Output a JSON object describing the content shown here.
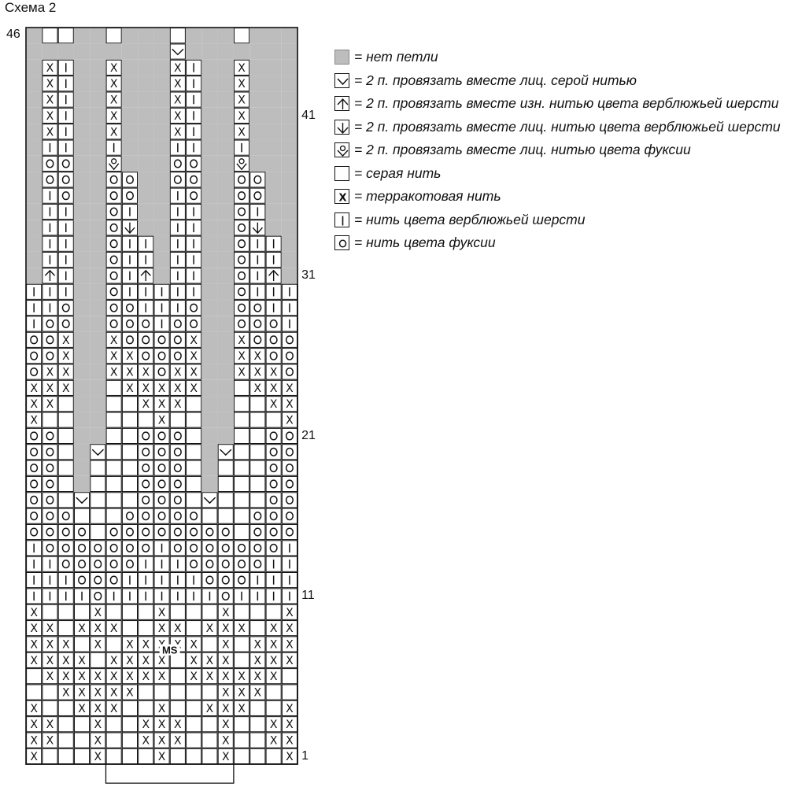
{
  "title": "Схема 2",
  "row_numbers": [
    {
      "row": 46,
      "label": "46"
    },
    {
      "row": 41,
      "label": "41"
    },
    {
      "row": 31,
      "label": "31"
    },
    {
      "row": 21,
      "label": "21"
    },
    {
      "row": 11,
      "label": "11"
    },
    {
      "row": 1,
      "label": "1"
    }
  ],
  "center_marker": "MS",
  "grid": {
    "columns": 17,
    "rows_count": 46,
    "cell_codes": {
      "_": "empty",
      "G": "no-stitch",
      "X": "terracotta",
      "I": "camel",
      "O": "fuchsia",
      "V": "k2tog-gray",
      "U": "p2tog-camel",
      "D": "k2tog-camel",
      "F": "k2tog-fuchsia"
    },
    "rows_top_to_bottom": [
      "G__GG_GGG_GGG_GGG",
      "GGGGGGGGGVGGGGGGG",
      "GXIGGXGGGXIGGXGGG",
      "GXIGGXGGGXIGGXGGG",
      "GXIGGXGGGXIGGXGGG",
      "GXIGGXGGGXIGGXGGG",
      "GXIGGXGGGXIGGXGGG",
      "GIIGGIGGGIIGGIGGG",
      "GOOGGFGGGOOGGFGGG",
      "GOOGGOOGGOOGGOOGG",
      "GIOGGOOGGIOGGOOGG",
      "GIIGGOIGGIIGGOIGG",
      "GIIGGODGGIIGGODGG",
      "GIIGGOIIGIIGGOIIG",
      "GIIGGOIIGIIGGOIIG",
      "GUIGGOIUGIIGGOIUG",
      "IIIGGOIIIIIGGOIII",
      "IIOGGOOIIIOGGOOII",
      "IOOGGOOOIOOGGOOOI",
      "OOXGGXOOOOXGGXOOO",
      "OOXGGXXOOOXGGXXOO",
      "OXXGGXXXOXXGGXXXO",
      "XXXGG_XXXXXGG_XXX",
      "XX_GG__XXX_GG__XX",
      "X__GG___X__GG___X",
      "OO_GG__OOO_GG__OO",
      "OO_GV__OOO_GV__OO",
      "OO_G___OOO_G___OO",
      "OO_G___OOO_G___OO",
      "OO_V___OOO_V___OO",
      "OOO___OOOOO___OOO",
      "OOOO_OOOOOOOO_OOO",
      "IOOOOOOOIOOOOOOOI",
      "IIOOOOOIIIOOOOOII",
      "IIIOOOIIIIIOOOIII",
      "IIIIOIIIIIIIOIIII",
      "X___X___X___X___X",
      "XX_XXX__XX_XXX_XX",
      "XXX_X_XXXXX_X_XXX",
      "XXXX_XXXX_XXX_XXX",
      "_XXXXXXXX_XXXXXX_",
      "__XXXXX_____XXX__",
      "X__XXX__X__XXX__X",
      "XX__X__XXX__X__XX",
      "XX__X__XXX__X__XX",
      "X___X___X___X___X"
    ]
  },
  "legend": [
    {
      "symbol": "gray-fill",
      "text": "= нет петли"
    },
    {
      "symbol": "k2tog-gray-icon",
      "text": "= 2 п. провязать вместе лиц. серой нитью"
    },
    {
      "symbol": "p2tog-camel-icon",
      "text": "= 2 п. провязать вместе изн. нитью цвета верблюжьей шерсти"
    },
    {
      "symbol": "k2tog-camel-icon",
      "text": "= 2 п. провязать вместе лиц. нитью цвета верблюжьей шерсти"
    },
    {
      "symbol": "k2tog-fuchsia-icon",
      "text": "= 2 п. провязать вместе лиц. нитью цвета фуксии"
    },
    {
      "symbol": "empty-cell",
      "text": "= серая нить"
    },
    {
      "symbol": "x-cell",
      "text": "= терракотовая нить"
    },
    {
      "symbol": "bar-cell",
      "text": "= нить цвета верблюжьей шерсти"
    },
    {
      "symbol": "o-cell",
      "text": "= нить цвета фуксии"
    }
  ],
  "colors": {
    "no_stitch": "#bdbdbd",
    "grid_line": "#111111",
    "background": "#ffffff"
  }
}
